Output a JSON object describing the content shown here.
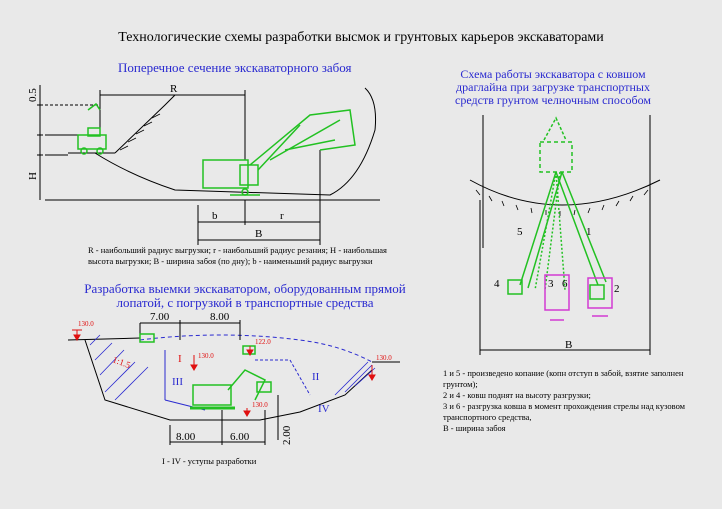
{
  "title": "Технологические схемы разработки высмок и грунтовых карьеров экскаваторами",
  "section1": {
    "heading": "Поперечное сечение экскаваторного забоя",
    "labels": {
      "R": "R",
      "b": "b",
      "r": "r",
      "B": "B",
      "H": "H",
      "h05": "0.5"
    },
    "caption": "R - наибольший радиус выгрузки; r - наибольший радиус резания; H - наибольшая высота выгрузки; B - ширина забоя (по дну); b - наименьший радиус выгрузки"
  },
  "section2": {
    "heading": "Разработка выемки экскаватором, оборудованным прямой лопатой, с погрузкой в транспортные средства",
    "dims": {
      "d700": "7.00",
      "d800top": "8.00",
      "d800bot": "8.00",
      "d600": "6.00",
      "d200": "2.00"
    },
    "elevations": {
      "e1": "130.0",
      "e2": "130.0",
      "e3": "122.0",
      "e4": "130.0",
      "e5": "130.0"
    },
    "romans": {
      "I": "I",
      "II": "II",
      "III": "III",
      "IV": "IV"
    },
    "fill_label": "1:1.5",
    "caption": "I - IV - уступы разработки"
  },
  "section3": {
    "heading": "Схема работы экскаватора с ковшом драглайна при загрузке транспортных средств грунтом челночным способом",
    "numbers": {
      "n1": "1",
      "n2": "2",
      "n3": "3",
      "n4": "4",
      "n5": "5",
      "n6": "6"
    },
    "B": "B",
    "legend": [
      "1 и 5 - произведено копание (копн отступ в забой, взятие заполнен грунтом);",
      "2 и 4 - ковш поднят на высоту разгрузки;",
      "3 и 6 - разгрузка ковша в момент прохождения стрелы над кузовом транспортного средства,",
      "B - ширина забоя"
    ]
  },
  "colors": {
    "green": "#22c122",
    "blue": "#2a2ad0",
    "red": "#e01010",
    "magenta": "#d23ad2",
    "black": "#000000"
  }
}
